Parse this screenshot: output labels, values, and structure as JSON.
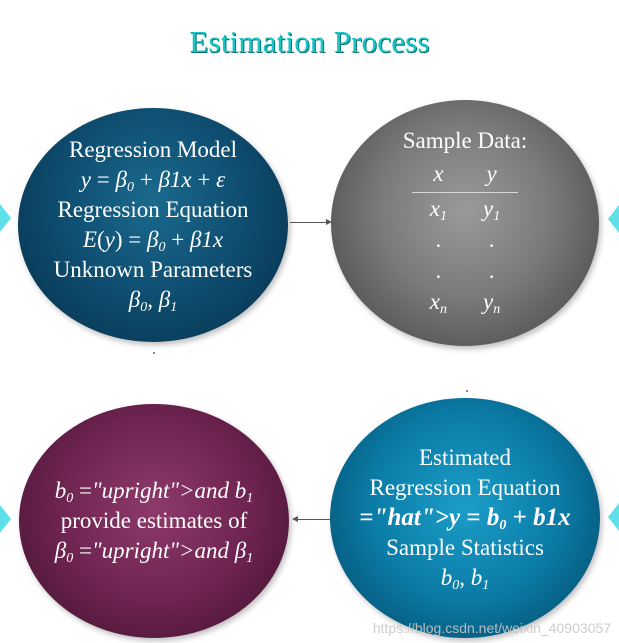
{
  "title": "Estimation Process",
  "model_ellipse": {
    "heading1": "Regression Model",
    "model_eq": "y = β0 + β1x + ε",
    "heading2": "Regression Equation",
    "reg_eq": "E(y) = β0 + β1x",
    "heading3": "Unknown Parameters",
    "params": "β0, β1"
  },
  "sample_ellipse": {
    "heading": "Sample Data:",
    "col_x": "x",
    "col_y": "y",
    "rows": [
      {
        "x": "x1",
        "y": "y1"
      },
      {
        "x": ".",
        "y": "."
      },
      {
        "x": ".",
        "y": "."
      },
      {
        "x": "xn",
        "y": "yn"
      }
    ]
  },
  "estimates_ellipse": {
    "line1": "b0 and b1",
    "line2": "provide estimates of",
    "line3": "β0 and β1"
  },
  "equation_ellipse": {
    "line1": "Estimated",
    "line2": "Regression Equation",
    "est_eq": "ŷ = b0 + b1x",
    "line3": "Sample Statistics",
    "line4": "b0, b1"
  },
  "watermark": "https://blog.csdn.net/weixin_40903057",
  "colors": {
    "title": "#19c4c4",
    "model": "#0f4f72",
    "sample": "#7a7a7a",
    "estimates": "#6e2450",
    "equation": "#0a7ba6",
    "nav_triangle": "#5fe0e8"
  }
}
